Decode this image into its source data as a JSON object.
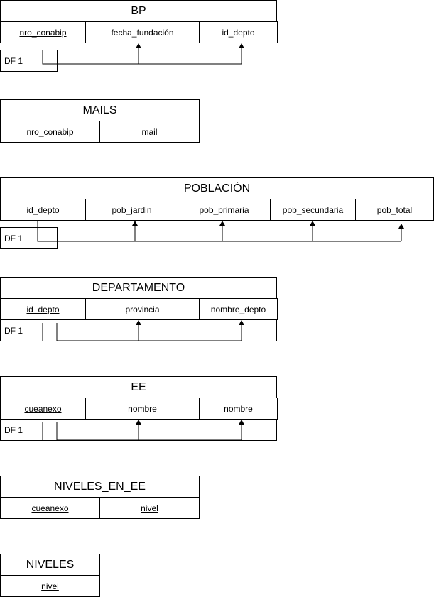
{
  "df_label": "DF 1",
  "tables": {
    "bp": {
      "name": "BP",
      "columns": [
        "nro_conabip",
        "fecha_fundación",
        "id_depto"
      ],
      "keys": [
        "nro_conabip"
      ]
    },
    "mails": {
      "name": "MAILS",
      "columns": [
        "nro_conabip",
        "mail"
      ],
      "keys": [
        "nro_conabip"
      ]
    },
    "poblacion": {
      "name": "POBLACIÓN",
      "columns": [
        "id_depto",
        "pob_jardin",
        "pob_primaria",
        "pob_secundaria",
        "pob_total"
      ],
      "keys": [
        "id_depto"
      ]
    },
    "departamento": {
      "name": "DEPARTAMENTO",
      "columns": [
        "id_depto",
        "provincia",
        "nombre_depto"
      ],
      "keys": [
        "id_depto"
      ]
    },
    "ee": {
      "name": "EE",
      "columns": [
        "cueanexo",
        "nombre",
        "nombre"
      ],
      "keys": [
        "cueanexo"
      ]
    },
    "niveles_en_ee": {
      "name": "NIVELES_EN_EE",
      "columns": [
        "cueanexo",
        "nivel"
      ],
      "keys": [
        "cueanexo",
        "nivel"
      ]
    },
    "niveles": {
      "name": "NIVELES",
      "columns": [
        "nivel"
      ],
      "keys": [
        "nivel"
      ]
    }
  },
  "dependencies": [
    {
      "table": "BP",
      "label": "DF 1",
      "determinant": "nro_conabip",
      "dependents": [
        "fecha_fundación",
        "id_depto"
      ]
    },
    {
      "table": "POBLACIÓN",
      "label": "DF 1",
      "determinant": "id_depto",
      "dependents": [
        "pob_jardin",
        "pob_primaria",
        "pob_secundaria",
        "pob_total"
      ]
    },
    {
      "table": "DEPARTAMENTO",
      "label": "DF 1",
      "determinant": "id_depto",
      "dependents": [
        "provincia",
        "nombre_depto"
      ]
    },
    {
      "table": "EE",
      "label": "DF 1",
      "determinant": "cueanexo",
      "dependents": [
        "nombre",
        "nombre"
      ]
    }
  ]
}
